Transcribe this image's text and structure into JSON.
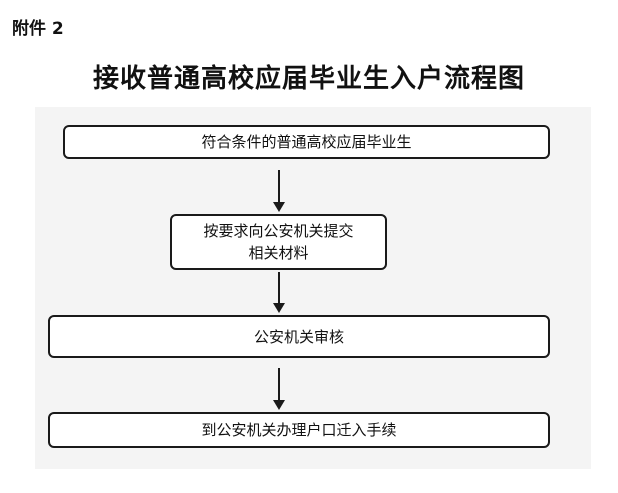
{
  "annex_label": "附件 2",
  "title": "接收普通高校应届毕业生入户流程图",
  "steps": [
    {
      "lines": [
        "符合条件的普通高校应届毕业生"
      ]
    },
    {
      "lines": [
        "按要求向公安机关提交",
        "相关材料"
      ]
    },
    {
      "lines": [
        "公安机关审核"
      ]
    },
    {
      "lines": [
        "到公安机关办理户口迁入手续"
      ]
    }
  ]
}
